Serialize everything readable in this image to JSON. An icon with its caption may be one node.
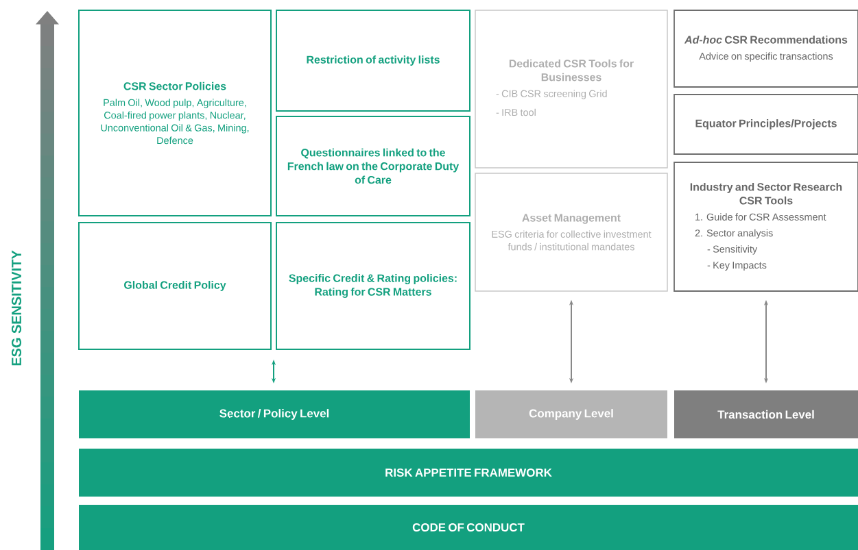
{
  "diagram": {
    "nodes": [
      {
        "text": [
          "CSR Sector Policies",
          "Palm Oil, Wood pulp, Agriculture, Coal-fired power plants, Nuclear, Unconventional Oil & Gas, Mining, Defence"
        ]
      },
      {
        "text": [
          "Restriction of activity lists"
        ]
      },
      {
        "text": [
          "Questionnaires linked to the French law on the Corporate Duty of Care"
        ]
      },
      {
        "text": [
          "Global Credit Policy"
        ]
      },
      {
        "text": [
          "Specific Credit & Rating policies: Rating for CSR Matters"
        ]
      },
      {
        "text": [
          "Dedicated CSR Tools for Businesses",
          "- CIB CSR screening Grid",
          "- IRB tool"
        ]
      },
      {
        "text": [
          "Asset Management",
          "ESG criteria for collective investment funds / institutional mandates"
        ]
      },
      {
        "text": [
          "*Ad-hoc* CSR Recommendations",
          "Advice on specific transactions"
        ]
      },
      {
        "text": [
          "Equator Principles/Projects"
        ]
      },
      {
        "text": [
          "Industry and Sector Research CSR Tools",
          "1. Guide for CSR Assessment",
          "2. Sector analysis",
          "- Sensitivity",
          "- Key Impacts"
        ]
      },
      {
        "text": [
          "Sector / Policy Level"
        ]
      },
      {
        "text": [
          "Company Level"
        ]
      },
      {
        "text": [
          "Transaction Level"
        ]
      },
      {
        "text": [
          "RISK APPETITE FRAMEWORK"
        ]
      },
      {
        "text": [
          "CODE OF CONDUCT"
        ]
      }
    ],
    "edges": [
      {
        "from": 3,
        "to": 10,
        "arrow": "both",
        "color": "#13a07f"
      },
      {
        "from": 6,
        "to": 11,
        "arrow": "both"
      },
      {
        "from": 9,
        "to": 12,
        "arrow": "both"
      }
    ],
    "labels": [
      "ESG SENSITIVITY"
    ]
  }
}
